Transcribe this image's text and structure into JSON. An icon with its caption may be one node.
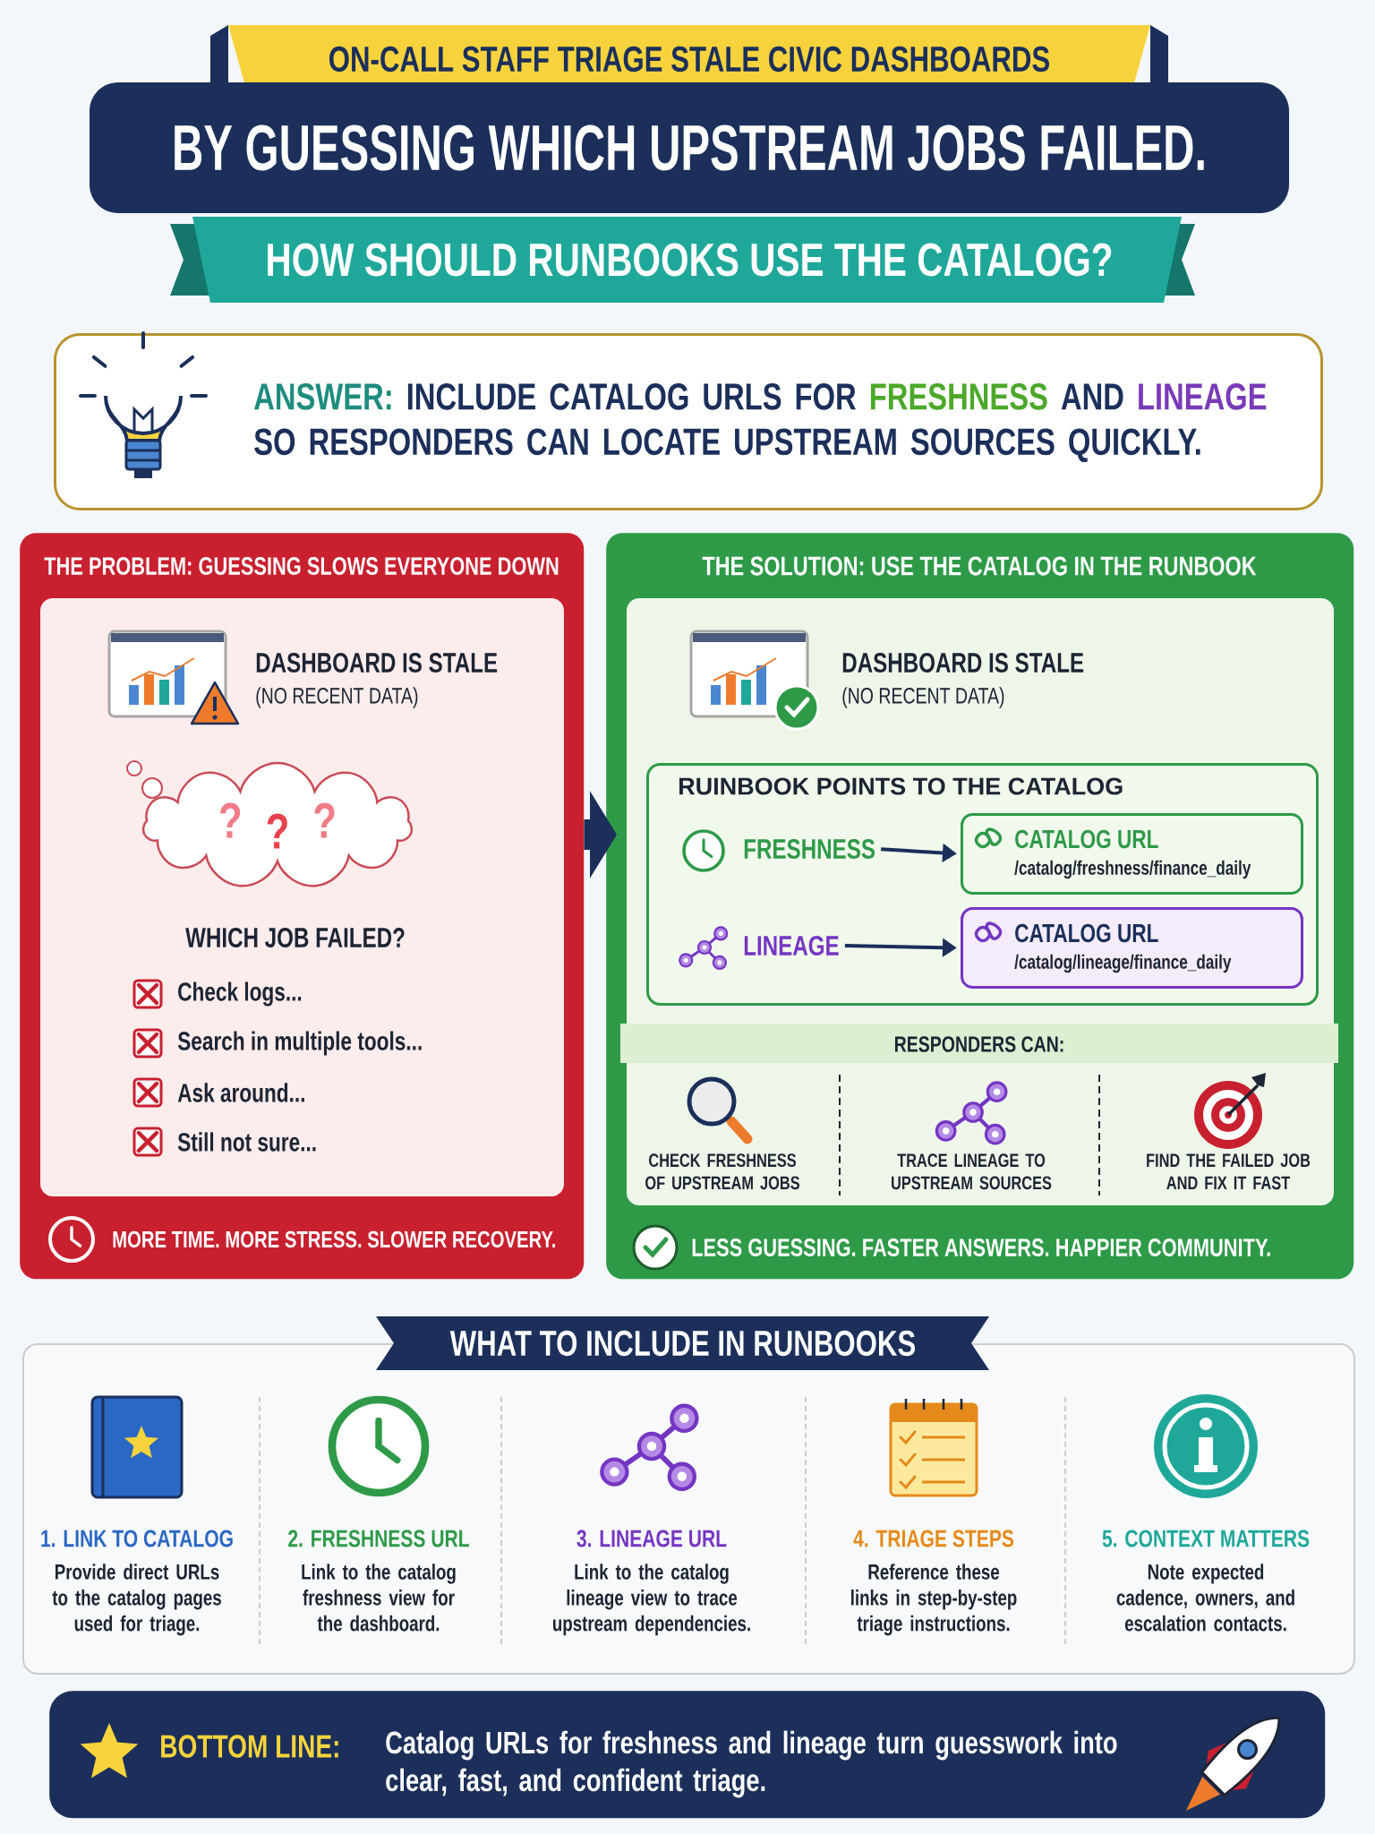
{
  "diagram": {
    "nodes": [
      {
        "text": [
          "ANSWER:",
          "INCLUDE CATALOG URLS FOR",
          "FRESHNESS",
          "AND",
          "LINEAGE",
          "SO RESPONDERS CAN LOCATE UPSTREAM SOURCES QUICKLY."
        ]
      },
      {
        "text": [
          "THE PROBLEM: GUESSING SLOWS EVERYONE DOWN",
          "MORE TIME. MORE STRESS. SLOWER RECOVERY."
        ]
      },
      {
        "text": [
          "?",
          "?",
          "?"
        ],
        "in": 1
      },
      {
        "text": [
          "THE SOLUTION: USE THE CATALOG IN THE RUNBOOK",
          "LESS GUESSING. FASTER ANSWERS. HAPPIER COMMUNITY."
        ]
      },
      {
        "text": [
          "RUINBOOK POINTS TO THE CATALOG"
        ],
        "in": 3
      },
      {
        "text": [
          "FRESHNESS"
        ],
        "in": 4
      },
      {
        "text": [
          "CATALOG URL",
          "/catalog/freshness/finance_daily"
        ],
        "in": 4
      },
      {
        "text": [
          "LINEAGE"
        ],
        "in": 4
      },
      {
        "text": [
          "CATALOG URL",
          "/catalog/lineage/finance_daily"
        ],
        "in": 4
      },
      {
        "text": [
          "WHAT TO INCLUDE IN RUNBOOKS"
        ]
      },
      {
        "text": [
          "BOTTOM LINE:",
          "Catalog URLs for freshness and lineage turn guesswork into clear, fast, and confident triage."
        ]
      },
      {
        "text": [
          "ON-CALL STAFF TRIAGE STALE CIVIC DASHBOARDS"
        ]
      },
      {
        "text": [
          "BY GUESSING WHICH UPSTREAM JOBS FAILED."
        ]
      },
      {
        "text": [
          "HOW SHOULD RUNBOOKS USE THE CATALOG?"
        ]
      }
    ],
    "edges": [
      {
        "from": 1,
        "to": 3,
        "arrow": "to",
        "style": "thick"
      },
      {
        "from": 5,
        "to": 6,
        "arrow": "to"
      },
      {
        "from": 7,
        "to": 8,
        "arrow": "to"
      }
    ],
    "labels": [
      "DASHBOARD IS STALE",
      "(NO RECENT DATA)",
      "WHICH JOB FAILED?",
      "Check logs...",
      "Search in multiple tools...",
      "Ask around...",
      "Still not sure...",
      "DASHBOARD IS STALE",
      "(NO RECENT DATA)",
      "RESPONDERS CAN:",
      "CHECK FRESHNESS OF UPSTREAM JOBS",
      "TRACE LINEAGE TO UPSTREAM SOURCES",
      "FIND THE FAILED JOB AND FIX IT FAST",
      "1. LINK TO CATALOG",
      "Provide direct URLs to the catalog pages used for triage.",
      "2. FRESHNESS URL",
      "Link to the catalog freshness view for the dashboard.",
      "3. LINEAGE URL",
      "Link to the catalog lineage view to trace upstream dependencies.",
      "4. TRIAGE STEPS",
      "Reference these links in step-by-step triage instructions.",
      "5. CONTEXT MATTERS",
      "Note expected cadence, owners, and escalation contacts."
    ]
  }
}
